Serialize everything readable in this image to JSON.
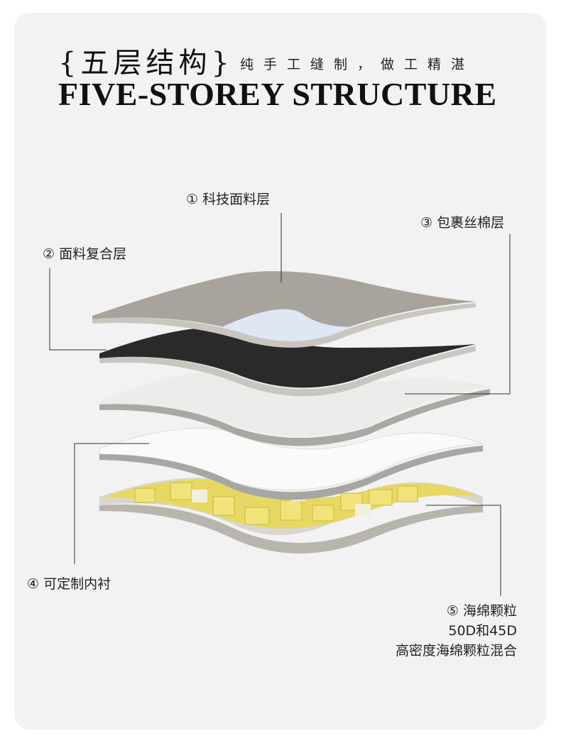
{
  "header": {
    "title_cn": "{五层结构}",
    "subtitle_cn": "纯手工缝制，做工精湛",
    "title_en": "FIVE-STOREY STRUCTURE"
  },
  "layers": [
    {
      "label": "① 科技面料层",
      "color": "#a8a39c"
    },
    {
      "label": "② 面料复合层",
      "color": "#2a2a2a"
    },
    {
      "label": "③ 包裹丝棉层",
      "color": "#ebebea"
    },
    {
      "label": "④ 可定制内衬",
      "color": "#f7f7f7"
    },
    {
      "label": "⑤ 海绵颗粒",
      "color": "#e8dc6a"
    }
  ],
  "layer5_details": [
    "50D和45D",
    "高密度海绵颗粒混合"
  ]
}
